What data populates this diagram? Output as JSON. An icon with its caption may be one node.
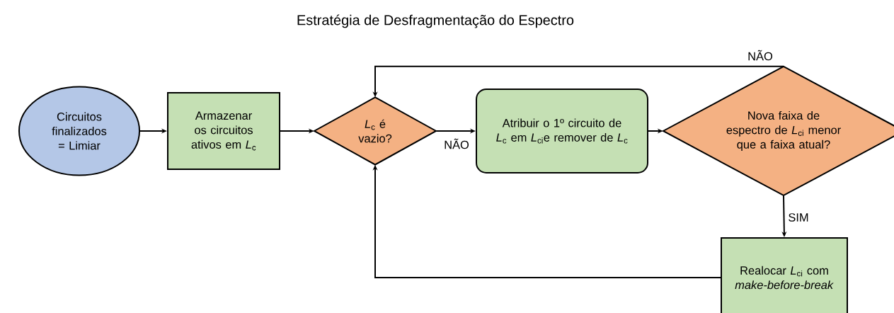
{
  "diagram": {
    "title": "Estratégia de Desfragmentação do Espectro",
    "nodes": [
      {
        "text": [
          "Circuitos finalizados = Limiar"
        ]
      },
      {
        "text": [
          "Armazenar os circuitos ativos em *L*$_{c}$"
        ]
      },
      {
        "text": [
          "*L*$_{c}$ é vazio?"
        ]
      },
      {
        "text": [
          "Atribuir o 1º circuito de *L*$_{c}$ em *L*$_{ci}$e remover de *L*$_{c}$"
        ]
      },
      {
        "text": [
          "Nova faixa de espectro de *L*$_{ci}$ menor que a faixa atual?"
        ]
      },
      {
        "text": [
          "Realocar *L*$_{ci}$ com *make-before-break*"
        ]
      }
    ],
    "edges": [
      {
        "from": 0,
        "to": 1,
        "arrow": "to"
      },
      {
        "from": 1,
        "to": 2,
        "arrow": "to"
      },
      {
        "from": 2,
        "to": 3,
        "arrow": "to",
        "label": "NÃO"
      },
      {
        "from": 3,
        "to": 4,
        "arrow": "to"
      },
      {
        "from": 4,
        "to": 2,
        "arrow": "to",
        "label": "NÃO"
      },
      {
        "from": 4,
        "to": 5,
        "arrow": "to",
        "label": "SIM"
      },
      {
        "from": 5,
        "to": 2,
        "arrow": "to"
      }
    ]
  }
}
